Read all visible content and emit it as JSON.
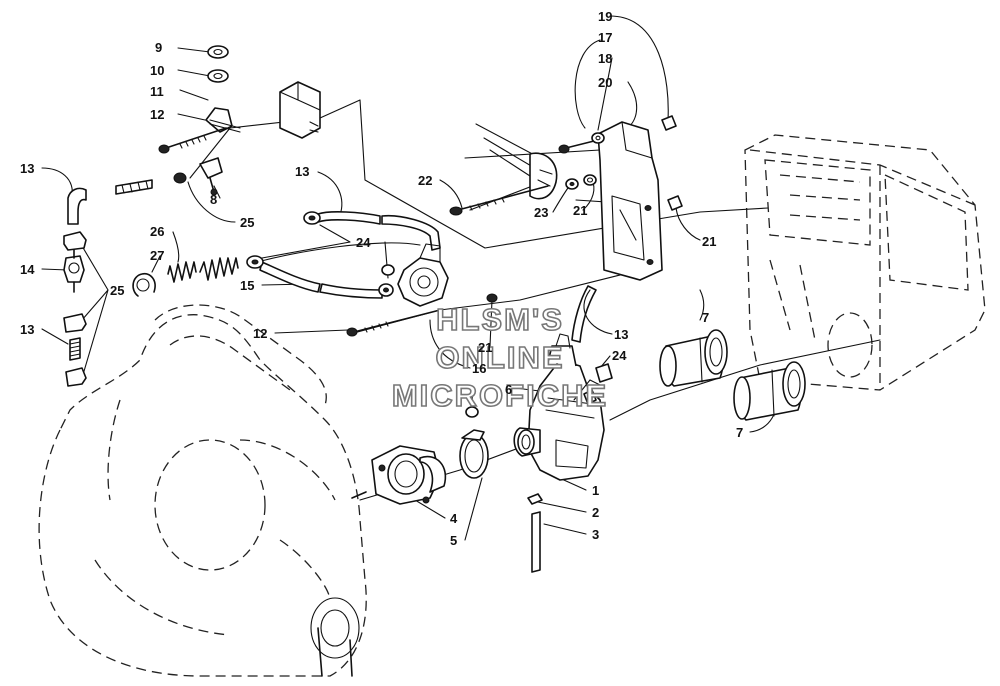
{
  "callouts": [
    {
      "id": "c9",
      "text": "9"
    },
    {
      "id": "c10",
      "text": "10"
    },
    {
      "id": "c11",
      "text": "11"
    },
    {
      "id": "c12a",
      "text": "12"
    },
    {
      "id": "c13a",
      "text": "13"
    },
    {
      "id": "c8",
      "text": "8"
    },
    {
      "id": "c25a",
      "text": "25"
    },
    {
      "id": "c14",
      "text": "14"
    },
    {
      "id": "c25b",
      "text": "25"
    },
    {
      "id": "c13b",
      "text": "13"
    },
    {
      "id": "c26",
      "text": "26"
    },
    {
      "id": "c27",
      "text": "27"
    },
    {
      "id": "c13c",
      "text": "13"
    },
    {
      "id": "c24a",
      "text": "24"
    },
    {
      "id": "c15",
      "text": "15"
    },
    {
      "id": "c12b",
      "text": "12"
    },
    {
      "id": "c22",
      "text": "22"
    },
    {
      "id": "c23",
      "text": "23"
    },
    {
      "id": "c21a",
      "text": "21"
    },
    {
      "id": "c19",
      "text": "19"
    },
    {
      "id": "c17",
      "text": "17"
    },
    {
      "id": "c18",
      "text": "18"
    },
    {
      "id": "c20",
      "text": "20"
    },
    {
      "id": "c21b",
      "text": "21"
    },
    {
      "id": "c21c",
      "text": "21"
    },
    {
      "id": "c16",
      "text": "16"
    },
    {
      "id": "c6",
      "text": "6"
    },
    {
      "id": "c7a",
      "text": "7"
    },
    {
      "id": "c13d",
      "text": "13"
    },
    {
      "id": "c24b",
      "text": "24"
    },
    {
      "id": "c7b",
      "text": "7"
    },
    {
      "id": "c1",
      "text": "1"
    },
    {
      "id": "c2",
      "text": "2"
    },
    {
      "id": "c3",
      "text": "3"
    },
    {
      "id": "c4",
      "text": "4"
    },
    {
      "id": "c5",
      "text": "5"
    }
  ],
  "watermark": {
    "line1": "HLSM'S",
    "line2": "ONLINE",
    "line3": "MICROFICHE"
  },
  "colors": {
    "ink": "#111111",
    "paper": "#ffffff",
    "watermark_outline": "#777777"
  }
}
